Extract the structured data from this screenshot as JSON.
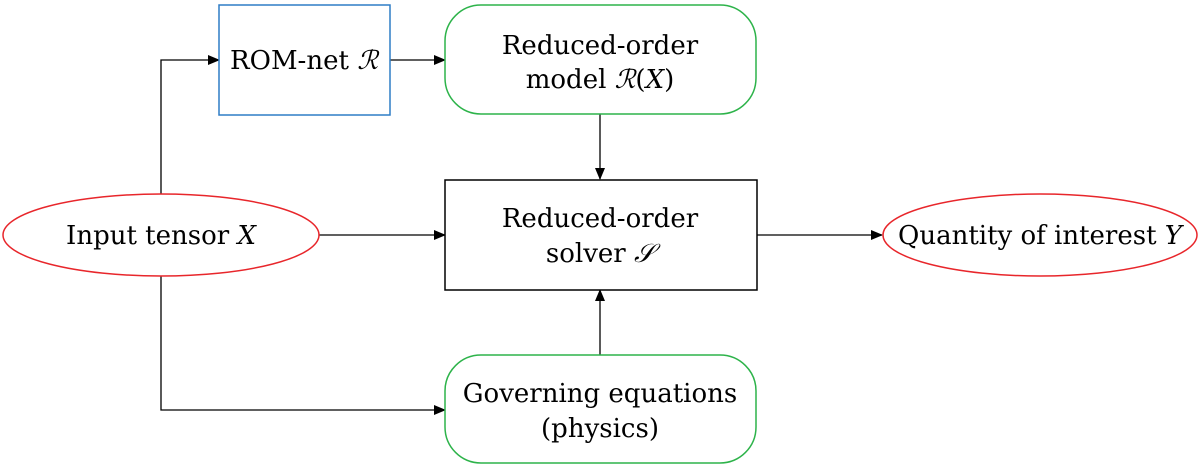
{
  "nodes": {
    "input_tensor": {
      "text": "Input tensor ",
      "symbol": "X",
      "shape": "ellipse",
      "border_color": "#e8262b"
    },
    "rom_net": {
      "text": "ROM-net ",
      "symbol": "ℛ",
      "shape": "rectangle",
      "border_color": "#2e7dc6"
    },
    "reduced_order_model": {
      "line1": "Reduced-order",
      "line2_text": "model ",
      "line2_symbol": "ℛ",
      "line2_open": "(",
      "line2_var": "X",
      "line2_close": ")",
      "shape": "rounded-rectangle",
      "border_color": "#2db34a"
    },
    "reduced_order_solver": {
      "line1": "Reduced-order",
      "line2_text": "solver ",
      "line2_symbol": "𝒮",
      "shape": "rectangle",
      "border_color": "#000000"
    },
    "governing_equations": {
      "line1": "Governing equations",
      "line2": "(physics)",
      "shape": "rounded-rectangle",
      "border_color": "#2db34a"
    },
    "quantity_of_interest": {
      "text": "Quantity of interest ",
      "symbol": "Y",
      "shape": "ellipse",
      "border_color": "#e8262b"
    }
  },
  "edges": [
    {
      "from": "input_tensor",
      "to": "rom_net"
    },
    {
      "from": "rom_net",
      "to": "reduced_order_model"
    },
    {
      "from": "reduced_order_model",
      "to": "reduced_order_solver"
    },
    {
      "from": "input_tensor",
      "to": "reduced_order_solver"
    },
    {
      "from": "governing_equations",
      "to": "reduced_order_solver"
    },
    {
      "from": "input_tensor",
      "to": "governing_equations"
    },
    {
      "from": "reduced_order_solver",
      "to": "quantity_of_interest"
    }
  ]
}
